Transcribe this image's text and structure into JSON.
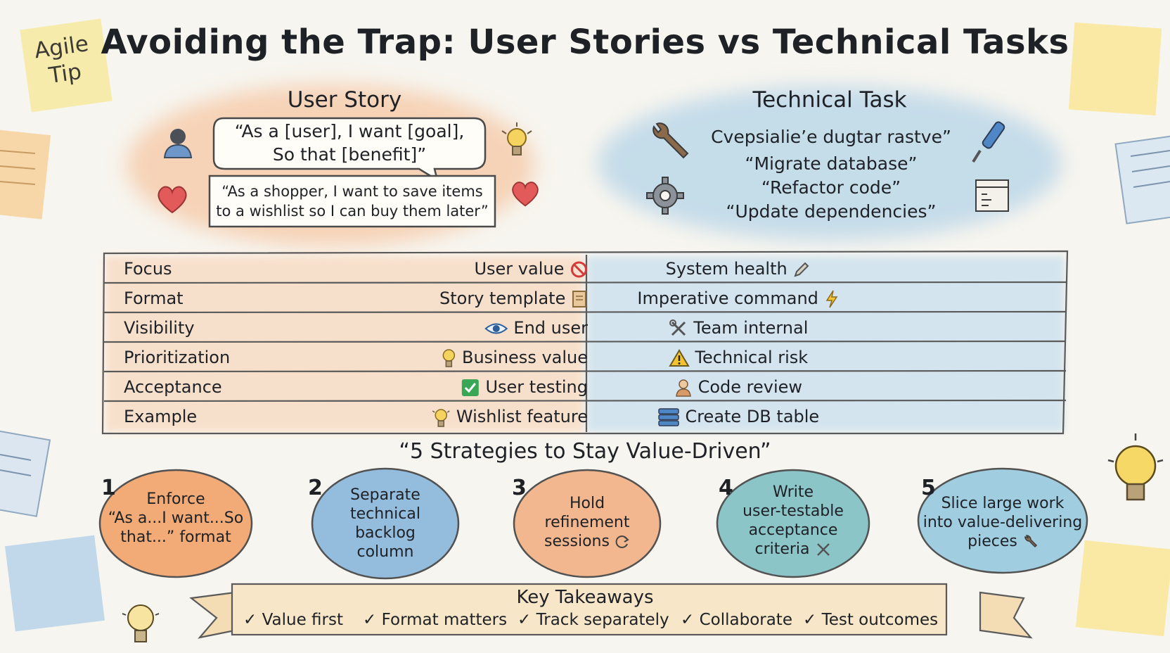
{
  "title": "Avoiding the Trap: User Stories vs Technical Tasks",
  "sticky_note": {
    "line1": "Agile",
    "line2": "Tip"
  },
  "user_story": {
    "heading": "User Story",
    "template_line1": "“As a [user], I want [goal],",
    "template_line2": "So that [benefit]”",
    "example_line1": "“As a shopper, I want to save items",
    "example_line2": "to a wishlist so I can buy them later”"
  },
  "technical_task": {
    "heading": "Technical Task",
    "items": [
      "Cvepsialie’e dugtar rastve”",
      "“Migrate database”",
      "“Refactor code”",
      "“Update dependencies”"
    ]
  },
  "comparison": {
    "rows": [
      {
        "label": "Focus",
        "user_story": "User value",
        "us_icon": "prohibited-icon",
        "technical_task": "System health",
        "tt_icon": "pencil-icon"
      },
      {
        "label": "Format",
        "user_story": "Story template",
        "us_icon": "scroll-icon",
        "technical_task": "Imperative command",
        "tt_icon": "lightning-icon"
      },
      {
        "label": "Visibility",
        "user_story": "End user",
        "us_icon": "eye-icon",
        "technical_task": "Team internal",
        "tt_icon": "tools-icon"
      },
      {
        "label": "Prioritization",
        "user_story": "Business value",
        "us_icon": "lightbulb-icon",
        "technical_task": "Technical risk",
        "tt_icon": "warning-icon"
      },
      {
        "label": "Acceptance",
        "user_story": "User testing",
        "us_icon": "check-box-icon",
        "technical_task": "Code review",
        "tt_icon": "person-icon"
      },
      {
        "label": "Example",
        "user_story": "Wishlist feature",
        "us_icon": "lightbulb-icon",
        "technical_task": "Create DB table",
        "tt_icon": "database-icon"
      }
    ]
  },
  "strategies": {
    "heading": "“5 Strategies to Stay Value-Driven”",
    "items": [
      {
        "number": "1",
        "lines": [
          "Enforce",
          "“As a...I want...So",
          "that...” format"
        ],
        "color": "#f2a870"
      },
      {
        "number": "2",
        "lines": [
          "Separate",
          "technical",
          "backlog",
          "column"
        ],
        "color": "#8fb9dc"
      },
      {
        "number": "3",
        "lines": [
          "Hold",
          "refinement",
          "sessions"
        ],
        "color": "#f3b48a"
      },
      {
        "number": "4",
        "lines": [
          "Write",
          "user-testable",
          "acceptance",
          "criteria"
        ],
        "color": "#87c3c6"
      },
      {
        "number": "5",
        "lines": [
          "Slice large work",
          "into value-delivering",
          "pieces"
        ],
        "color": "#9ccbe0"
      }
    ]
  },
  "takeaways": {
    "title": "Key Takeaways",
    "items": [
      "✓ Value first",
      "✓ Format matters",
      "✓ Track separately",
      "✓ Collaborate",
      "✓ Test outcomes"
    ]
  }
}
